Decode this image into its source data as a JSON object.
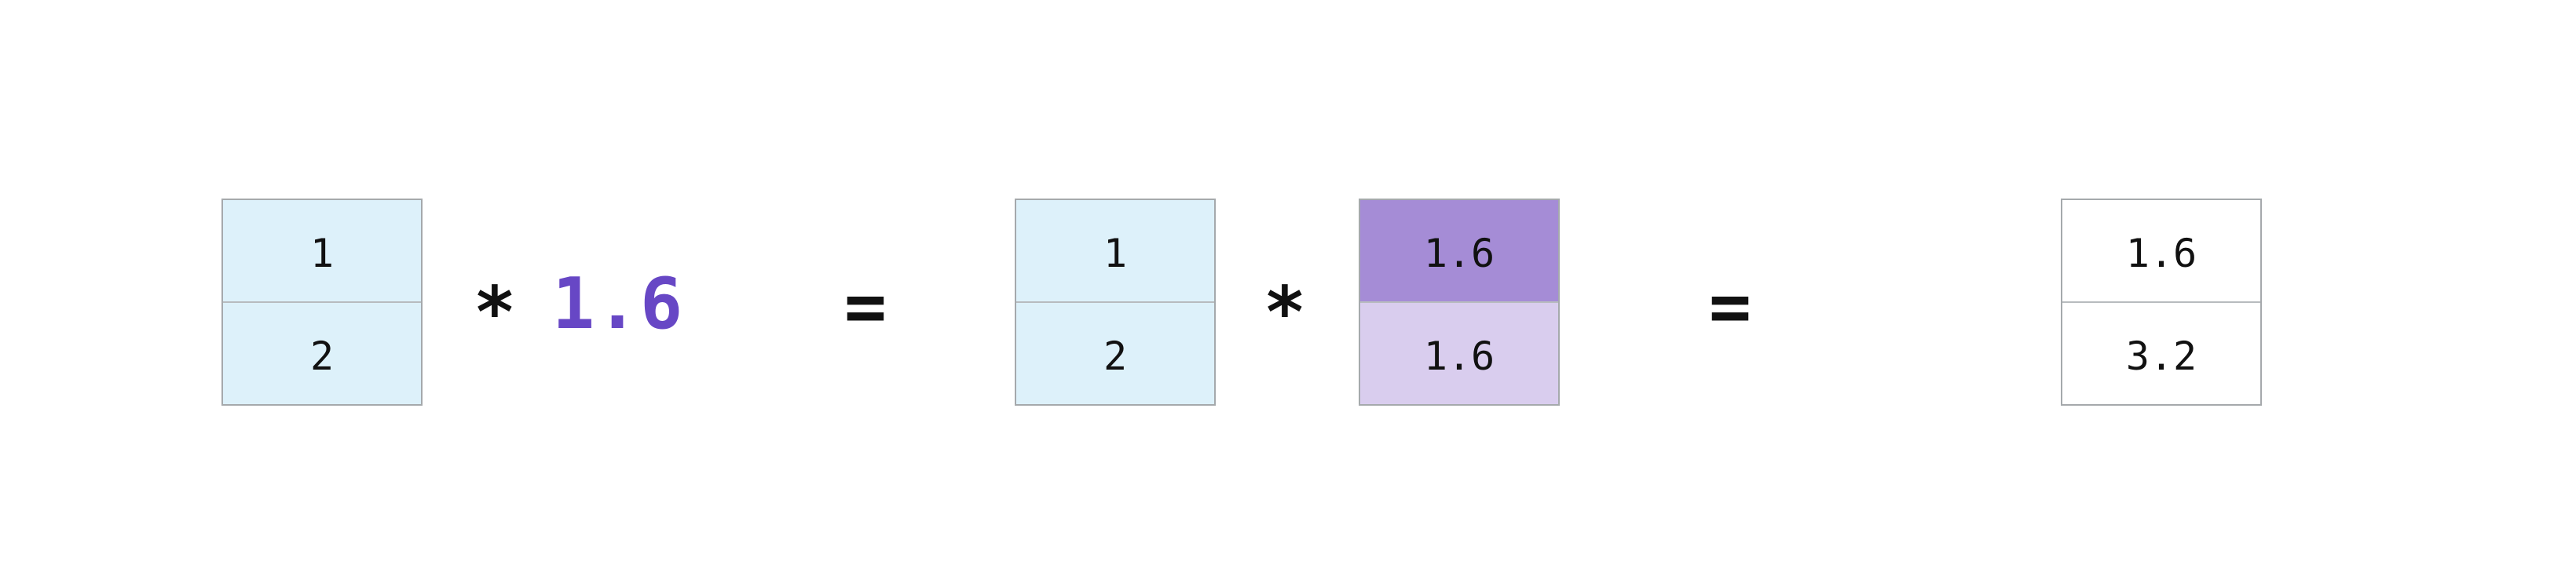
{
  "diagram": {
    "description": "scalar broadcasting multiplication",
    "operand_a": {
      "cells": [
        "1",
        "2"
      ]
    },
    "multiply_1": "*",
    "scalar": "1.6",
    "equals_1": "=",
    "operand_b": {
      "cells": [
        "1",
        "2"
      ]
    },
    "multiply_2": "*",
    "broadcast_vector": {
      "cells": [
        "1.6",
        "1.6"
      ]
    },
    "equals_2": "=",
    "result_vector": {
      "cells": [
        "1.6",
        "3.2"
      ]
    }
  },
  "colors": {
    "vector_cell_bg": "#ddf1fa",
    "broadcast_top_bg": "#a58cd6",
    "broadcast_bottom_bg": "#d9cdee",
    "result_cell_bg": "#ffffff",
    "scalar_text": "#6747c5",
    "operator_text": "#111111",
    "cell_text": "#111111",
    "table_border": "#a5a9ac"
  }
}
